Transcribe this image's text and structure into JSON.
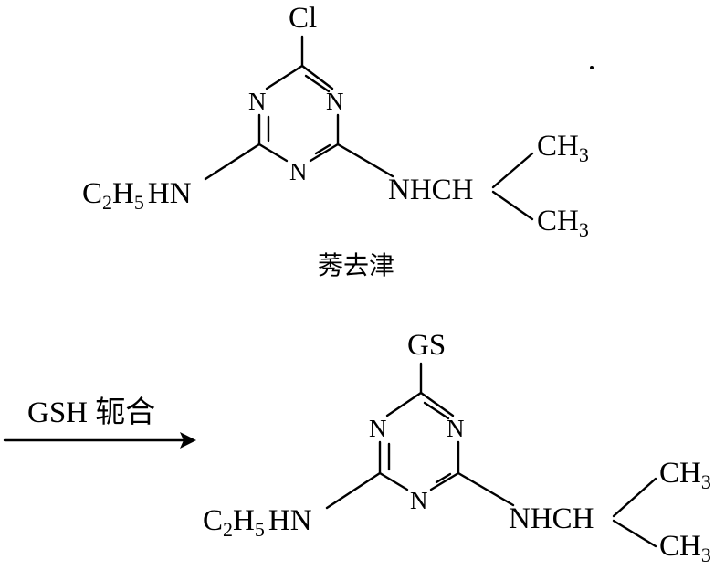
{
  "molecule_top": {
    "top_substituent": "Cl",
    "ring_n_left": "N",
    "ring_n_right": "N",
    "ring_n_bottom": "N",
    "left_amine": {
      "c": "C",
      "c_sub": "2",
      "h": "H",
      "h_sub": "5",
      "rest": "HN"
    },
    "right_amine": "NHCH",
    "methyl_upper": {
      "base": "CH",
      "sub": "3"
    },
    "methyl_lower": {
      "base": "CH",
      "sub": "3"
    },
    "name": "莠去津"
  },
  "reaction_arrow": {
    "label": "GSH 轭合"
  },
  "molecule_bottom": {
    "top_substituent": "GS",
    "ring_n_left": "N",
    "ring_n_right": "N",
    "ring_n_bottom": "N",
    "left_amine": {
      "c": "C",
      "c_sub": "2",
      "h": "H",
      "h_sub": "5",
      "rest": "HN"
    },
    "right_amine": "NHCH",
    "methyl_upper": {
      "base": "CH",
      "sub": "3"
    },
    "methyl_lower": {
      "base": "CH",
      "sub": "3"
    }
  }
}
